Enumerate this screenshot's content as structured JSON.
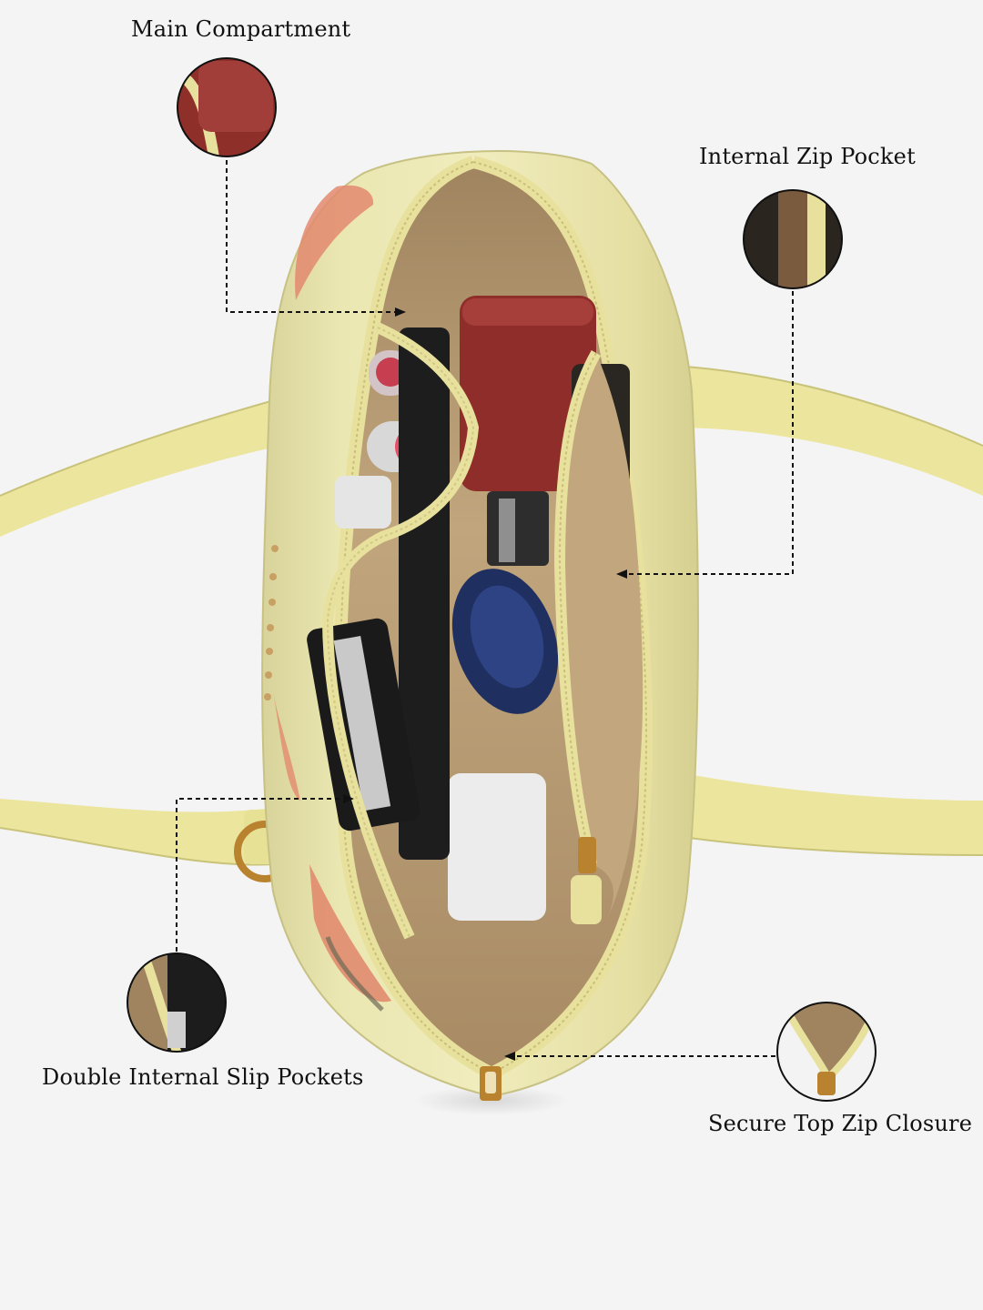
{
  "callouts": {
    "main_compartment": "Main Compartment",
    "internal_zip_pocket": "Internal Zip Pocket",
    "double_internal_slip_pockets": "Double Internal Slip Pockets",
    "secure_top_zip_closure": "Secure Top Zip Closure"
  },
  "colors": {
    "background": "#f4f4f4",
    "bag_body": "#ece7a8",
    "bag_strap": "#ebe59d",
    "lining": "#b99d74",
    "zip_trim": "#e8e19d",
    "dashed_leader": "#111111"
  }
}
